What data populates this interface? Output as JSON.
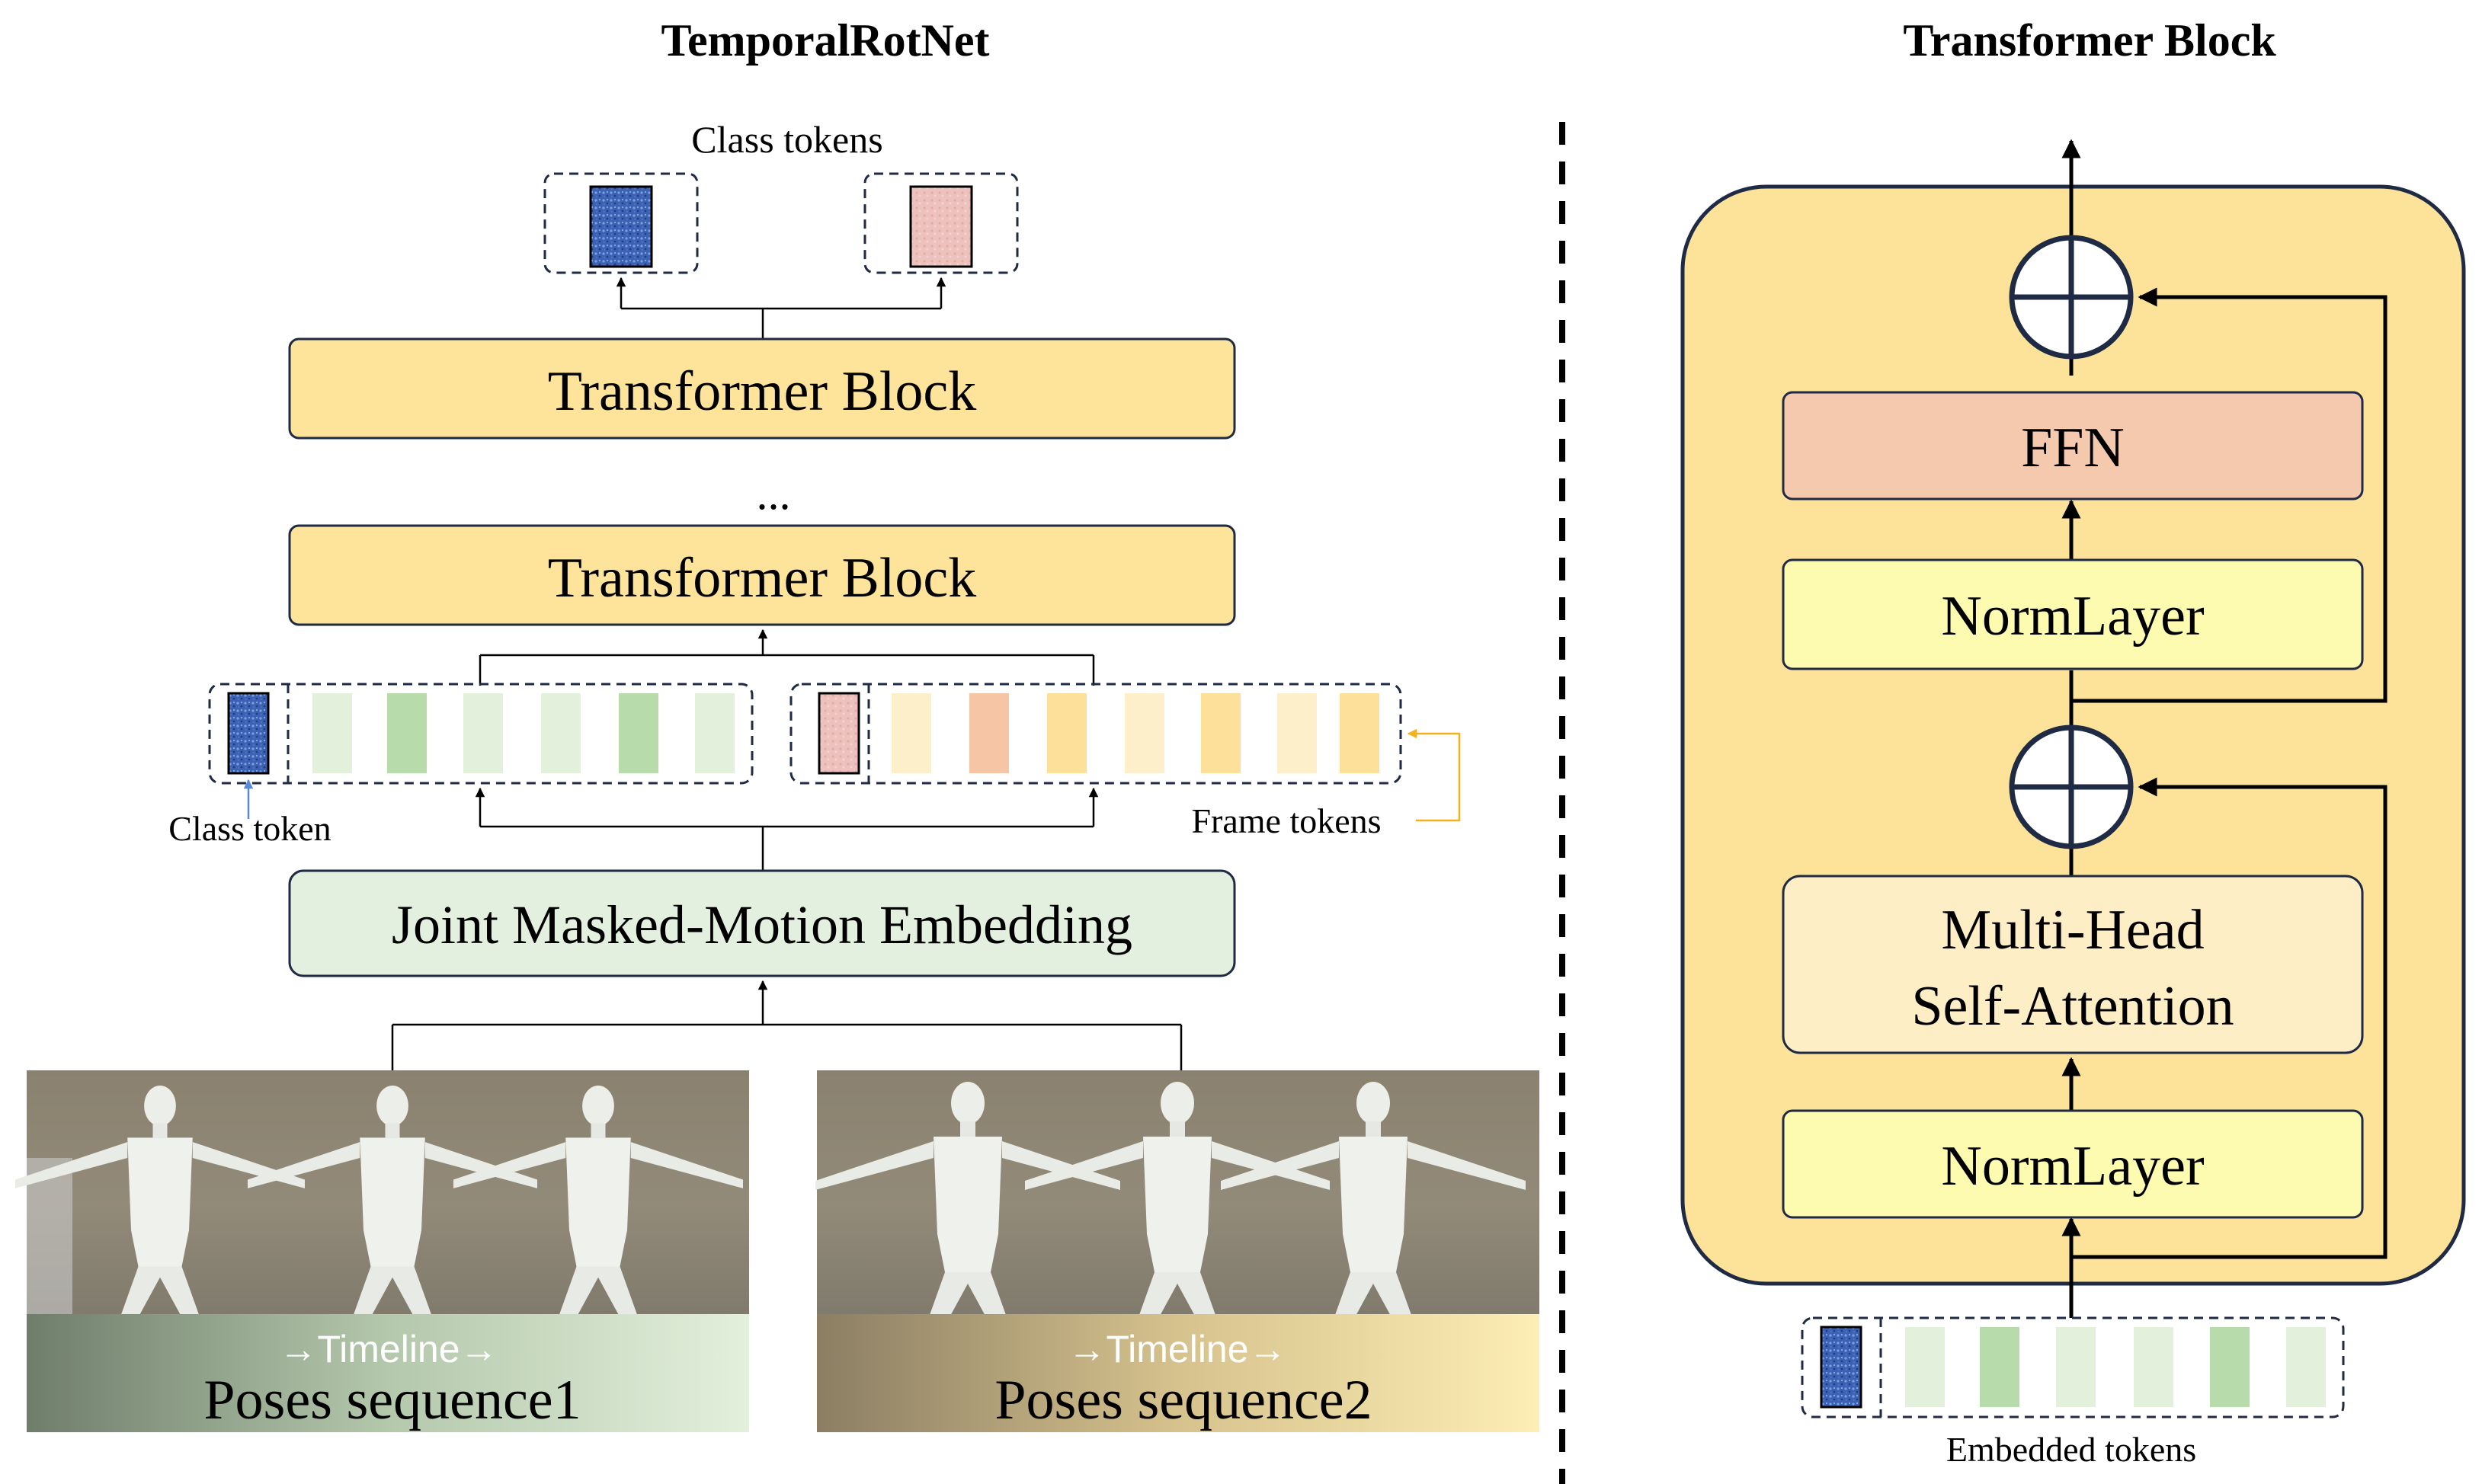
{
  "left": {
    "title": "TemporalRotNet",
    "class_tokens_label": "Class tokens",
    "transformer_block_top": "Transformer Block",
    "ellipsis": "...",
    "transformer_block_bottom": "Transformer Block",
    "class_token_label": "Class token",
    "frame_tokens_label": "Frame tokens",
    "embedding_label": "Joint Masked-Motion Embedding",
    "sequence1": {
      "timeline": "→Timeline→",
      "label": "Poses sequence1"
    },
    "sequence2": {
      "timeline": "→Timeline→",
      "label": "Poses sequence2"
    }
  },
  "right": {
    "title": "Transformer Block",
    "ffn": "FFN",
    "norm_top": "NormLayer",
    "mhsa_line1": "Multi-Head",
    "mhsa_line2": "Self-Attention",
    "norm_bottom": "NormLayer",
    "embedded_tokens_label": "Embedded tokens"
  },
  "colors": {
    "block_fill": "#fde49a",
    "block_stroke": "#1f2a44",
    "embedding_fill": "#e3f0df",
    "ffn_fill": "#f5c9ad",
    "norm_fill": "#fdfbb0",
    "mhsa_fill": "#fdeec5",
    "outer_block_fill": "#fde39a",
    "class_token_blue": "#3c62b4",
    "class_token_pink": "#edc1bd",
    "green_light": "#e3f0dc",
    "green_mid": "#b7dbab",
    "yellow_light": "#fdefc9",
    "yellow_mid": "#fde19a",
    "salmon": "#f5c5a6",
    "arrow_orange": "#f2b21b",
    "arrow_blue": "#5a8ad6"
  }
}
